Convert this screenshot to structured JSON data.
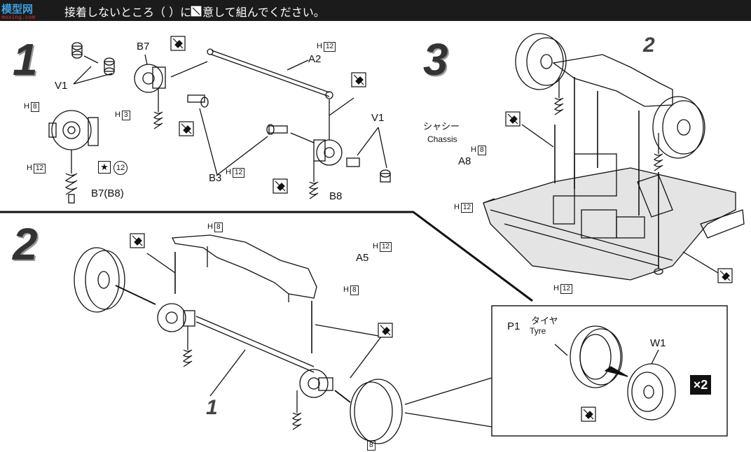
{
  "header": {
    "logo": "模型网",
    "logo_sub": "moxing.com",
    "instruction": "接着しないところ（ ）に注意して組んでください。"
  },
  "steps": [
    {
      "number": "1"
    },
    {
      "number": "2"
    },
    {
      "number": "3"
    }
  ],
  "parts": {
    "v1": "V1",
    "b7": "B7",
    "a2": "A2",
    "b3": "B3",
    "b8": "B8",
    "b7b8": "B7(B8)",
    "a5": "A5",
    "a8": "A8",
    "p1": "P1",
    "w1": "W1",
    "two": "2",
    "one": "1"
  },
  "glue": {
    "h3": "H",
    "h3_num": "3",
    "h8": "H",
    "h8_num": "8",
    "h12": "H",
    "h12_num": "12",
    "star_num": "12"
  },
  "chassis": {
    "jp": "シャシー",
    "en": "Chassis"
  },
  "tyre": {
    "jp": "タイヤ",
    "en": "Tyre",
    "multiplier": "×2"
  },
  "colors": {
    "ink": "#1b1b1b",
    "tone": "#9a9a9a"
  }
}
